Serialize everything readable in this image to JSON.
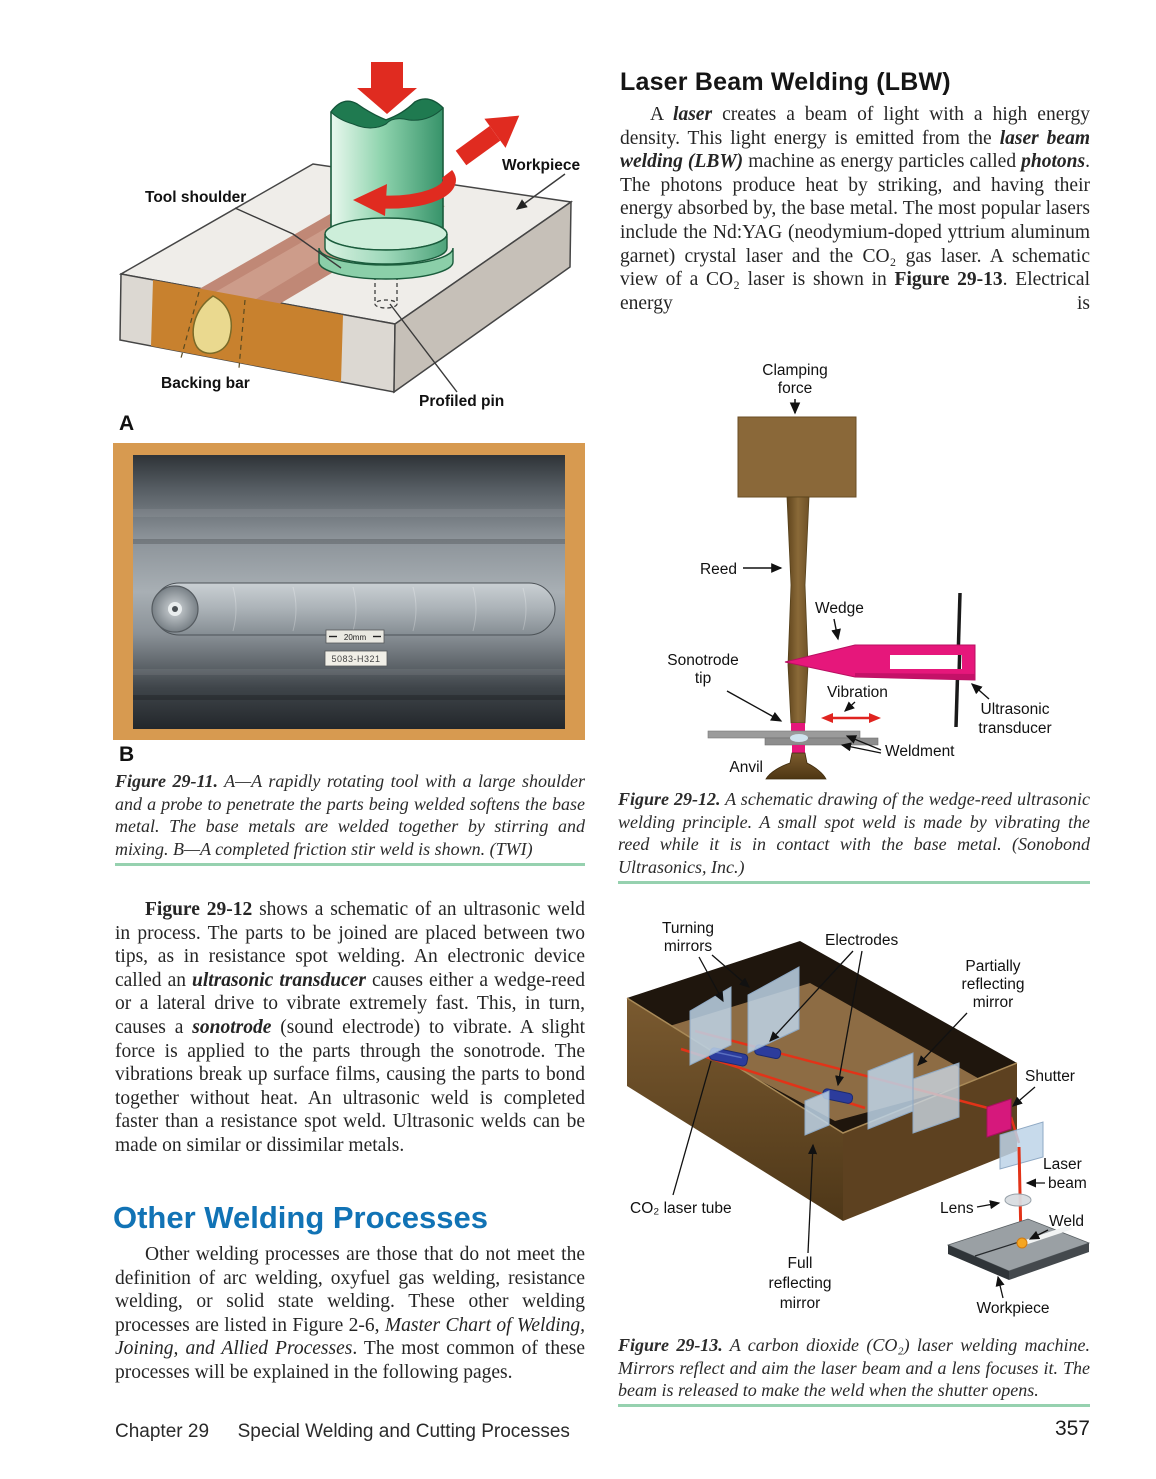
{
  "left_column": {
    "figure_a": {
      "tag": "A",
      "labels": {
        "tool_shoulder": "Tool shoulder",
        "workpiece": "Workpiece",
        "backing_bar": "Backing bar",
        "profiled_pin": "Profiled pin"
      }
    },
    "figure_b": {
      "tag": "B",
      "scale_label": "20mm",
      "id_label": "5083-H321"
    },
    "caption_29_11": {
      "label": "Figure 29-11.",
      "text": " A—A rapidly rotating tool with a large shoulder and a probe to penetrate the parts being welded softens the base metal. The base metals are welded together by stirring and mixing. B—A completed friction stir weld is shown. (TWI)"
    },
    "para_ultrasonic": {
      "s1": "Figure 29-12",
      "s2": " shows a schematic of an ultrasonic weld in process. The parts to be joined are placed between two tips, as in resistance spot welding. An electronic device called an ",
      "s3": "ultrasonic transducer",
      "s4": " causes either a wedge-reed or a lateral drive to vibrate extremely fast. This, in turn, causes a ",
      "s5": "sonotrode",
      "s6": " (sound electrode) to vibrate. A slight force is applied to the parts through the sonotrode. The vibrations break up surface films, causing the parts to bond together without heat. An ultrasonic weld is completed faster than a resistance spot weld. Ultrasonic welds can be made on similar or dissimilar metals."
    },
    "heading_other": "Other Welding Processes",
    "para_other": {
      "s1": "Other welding processes are those that do not meet the definition of arc welding, oxyfuel gas welding, resistance welding, or solid state welding. These other welding processes are listed in Figure 2-6, ",
      "s2": "Master Chart of Welding, Joining, and Allied Processes",
      "s3": ". The most common of these processes will be explained in the following pages."
    }
  },
  "right_column": {
    "heading_lbw": "Laser Beam Welding (LBW)",
    "para_lbw": {
      "s1": "A ",
      "s2": "laser",
      "s3": " creates a beam of light with a high energy density. This light energy is emitted from the ",
      "s4": "laser beam welding (LBW)",
      "s5": " machine as energy particles called ",
      "s6": "photons",
      "s7": ". The photons produce heat by striking, and having their energy absorbed by, the base metal. The most popular lasers include the Nd:YAG (neodymium-doped yttrium aluminum garnet) crystal laser and the CO₂ gas laser. A schematic view of a CO₂ laser is shown in ",
      "s8": "Figure 29-13",
      "s9": ". Electrical energy is"
    },
    "figure_29_12": {
      "labels": {
        "clamping_1": "Clamping",
        "clamping_2": "force",
        "reed": "Reed",
        "wedge": "Wedge",
        "sonotrode_1": "Sonotrode",
        "sonotrode_2": "tip",
        "vibration": "Vibration",
        "anvil": "Anvil",
        "weldment": "Weldment",
        "transducer_1": "Ultrasonic",
        "transducer_2": "transducer"
      }
    },
    "caption_29_12": {
      "label": "Figure 29-12.",
      "text": " A schematic drawing of the wedge-reed ultrasonic welding principle. A small spot weld is made by vibrating the reed while it is in contact with the base metal. (Sonobond Ultrasonics, Inc.)"
    },
    "figure_29_13": {
      "labels": {
        "turning_1": "Turning",
        "turning_2": "mirrors",
        "electrodes": "Electrodes",
        "partially_1": "Partially",
        "partially_2": "reflecting",
        "partially_3": "mirror",
        "shutter": "Shutter",
        "co2": "CO₂ laser tube",
        "full_1": "Full",
        "full_2": "reflecting",
        "full_3": "mirror",
        "lens": "Lens",
        "laser_1": "Laser",
        "laser_2": "beam",
        "weld": "Weld",
        "workpiece": "Workpiece"
      }
    },
    "caption_29_13": {
      "label": "Figure 29-13.",
      "text": " A carbon dioxide (CO₂) laser welding machine. Mirrors reflect and aim the laser beam and a lens focuses it. The beam is released to make the weld when the shutter opens."
    }
  },
  "footer": {
    "chapter": "Chapter 29",
    "title": "Special Welding and Cutting Processes",
    "page_number": "357"
  },
  "colors": {
    "heading_blue": "#1173b5",
    "rule_green": "#96d1af",
    "magenta": "#e6177b",
    "laser_red": "#e23318"
  }
}
